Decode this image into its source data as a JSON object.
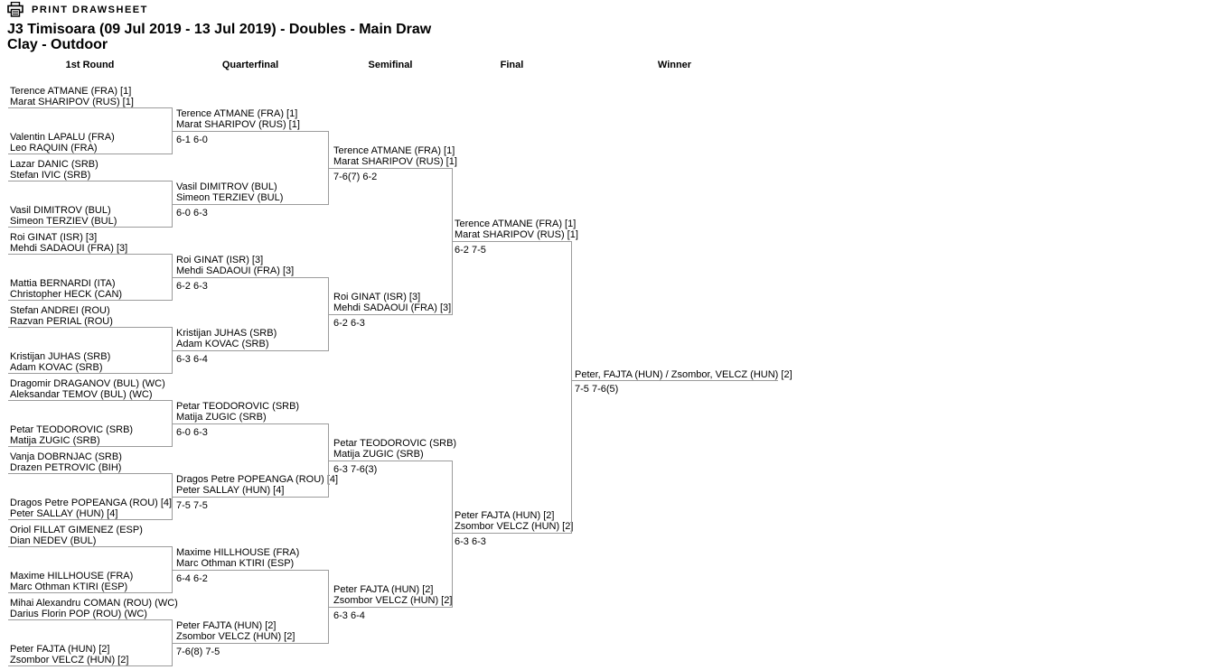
{
  "toolbar": {
    "print_label": "PRINT DRAWSHEET"
  },
  "header": {
    "title_line1": "J3 Timisoara (09 Jul 2019 - 13 Jul 2019) - Doubles - Main Draw",
    "title_line2": "Clay - Outdoor"
  },
  "columns": [
    "1st Round",
    "Quarterfinal",
    "Semifinal",
    "Final",
    "Winner"
  ],
  "colors": {
    "bracket_line": "#9b9b9b",
    "text": "#000000",
    "background": "#ffffff"
  },
  "bracket": {
    "round1": [
      {
        "p1": "Terence ATMANE (FRA) [1]",
        "p2": "Marat SHARIPOV (RUS) [1]"
      },
      {
        "p1": "Valentin LAPALU (FRA)",
        "p2": "Leo RAQUIN (FRA)"
      },
      {
        "p1": "Lazar DANIC (SRB)",
        "p2": "Stefan IVIC (SRB)"
      },
      {
        "p1": "Vasil DIMITROV (BUL)",
        "p2": "Simeon TERZIEV (BUL)"
      },
      {
        "p1": "Roi GINAT (ISR) [3]",
        "p2": "Mehdi SADAOUI (FRA) [3]"
      },
      {
        "p1": "Mattia BERNARDI (ITA)",
        "p2": "Christopher HECK (CAN)"
      },
      {
        "p1": "Stefan ANDREI (ROU)",
        "p2": "Razvan PERIAL (ROU)"
      },
      {
        "p1": "Kristijan JUHAS (SRB)",
        "p2": "Adam KOVAC (SRB)"
      },
      {
        "p1": "Dragomir DRAGANOV (BUL) (WC)",
        "p2": "Aleksandar TEMOV (BUL) (WC)"
      },
      {
        "p1": "Petar TEODOROVIC (SRB)",
        "p2": "Matija ZUGIC (SRB)"
      },
      {
        "p1": "Vanja DOBRNJAC (SRB)",
        "p2": "Drazen PETROVIC (BIH)"
      },
      {
        "p1": "Dragos Petre POPEANGA (ROU) [4]",
        "p2": "Peter SALLAY (HUN) [4]"
      },
      {
        "p1": "Oriol FILLAT GIMENEZ (ESP)",
        "p2": "Dian NEDEV (BUL)"
      },
      {
        "p1": "Maxime HILLHOUSE (FRA)",
        "p2": "Marc Othman KTIRI (ESP)"
      },
      {
        "p1": "Mihai Alexandru COMAN (ROU) (WC)",
        "p2": "Darius Florin POP (ROU) (WC)"
      },
      {
        "p1": "Peter FAJTA (HUN) [2]",
        "p2": "Zsombor VELCZ (HUN) [2]"
      }
    ],
    "quarterfinal": [
      {
        "p1": "Terence ATMANE (FRA) [1]",
        "p2": "Marat SHARIPOV (RUS) [1]",
        "score": "6-1 6-0"
      },
      {
        "p1": "Vasil DIMITROV (BUL)",
        "p2": "Simeon TERZIEV (BUL)",
        "score": "6-0 6-3"
      },
      {
        "p1": "Roi GINAT (ISR) [3]",
        "p2": "Mehdi SADAOUI (FRA) [3]",
        "score": "6-2 6-3"
      },
      {
        "p1": "Kristijan JUHAS (SRB)",
        "p2": "Adam KOVAC (SRB)",
        "score": "6-3 6-4"
      },
      {
        "p1": "Petar TEODOROVIC (SRB)",
        "p2": "Matija ZUGIC (SRB)",
        "score": "6-0 6-3"
      },
      {
        "p1": "Dragos Petre POPEANGA (ROU) [4]",
        "p2": "Peter SALLAY (HUN) [4]",
        "score": "7-5 7-5"
      },
      {
        "p1": "Maxime HILLHOUSE (FRA)",
        "p2": "Marc Othman KTIRI (ESP)",
        "score": "6-4 6-2"
      },
      {
        "p1": "Peter FAJTA (HUN) [2]",
        "p2": "Zsombor VELCZ (HUN) [2]",
        "score": "7-6(8) 7-5"
      }
    ],
    "semifinal": [
      {
        "p1": "Terence ATMANE (FRA) [1]",
        "p2": "Marat SHARIPOV (RUS) [1]",
        "score": "7-6(7) 6-2"
      },
      {
        "p1": "Roi GINAT (ISR) [3]",
        "p2": "Mehdi SADAOUI (FRA) [3]",
        "score": "6-2 6-3"
      },
      {
        "p1": "Petar TEODOROVIC (SRB)",
        "p2": "Matija ZUGIC (SRB)",
        "score": "6-3 7-6(3)"
      },
      {
        "p1": "Peter FAJTA (HUN) [2]",
        "p2": "Zsombor VELCZ (HUN) [2]",
        "score": "6-3 6-4"
      }
    ],
    "final": [
      {
        "p1": "Terence ATMANE (FRA) [1]",
        "p2": "Marat SHARIPOV (RUS) [1]",
        "score": "6-2 7-5"
      },
      {
        "p1": "Peter FAJTA (HUN) [2]",
        "p2": "Zsombor VELCZ (HUN) [2]",
        "score": "6-3 6-3"
      }
    ],
    "winner": {
      "team": "Peter, FAJTA (HUN) / Zsombor, VELCZ (HUN) [2]",
      "score": "7-5 7-6(5)"
    }
  }
}
